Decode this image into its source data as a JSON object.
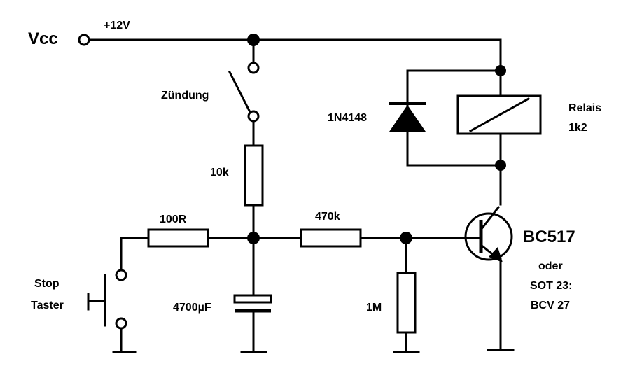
{
  "labels": {
    "vcc": "Vcc",
    "supply": "+12V",
    "ignition": "Zündung",
    "diode": "1N4148",
    "relay_name": "Relais",
    "relay_value": "1k2",
    "r_10k": "10k",
    "r_100r": "100R",
    "r_470k": "470k",
    "transistor": "BC517",
    "alt_or": "oder",
    "alt_pkg": "SOT 23:",
    "alt_part": "BCV 27",
    "stop": "Stop",
    "taster": "Taster",
    "cap": "4700µF",
    "r_1m": "1M"
  },
  "colors": {
    "ink": "#000000",
    "background": "#ffffff"
  }
}
